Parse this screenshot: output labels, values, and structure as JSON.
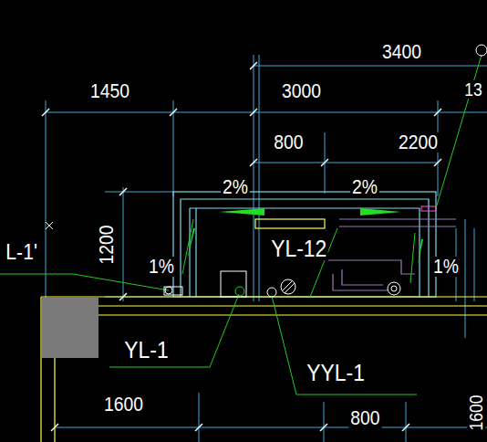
{
  "diagram": {
    "labels": [
      "3400",
      "1450",
      "3000",
      "800",
      "2200",
      "2%",
      "2%",
      "1200",
      "1%",
      "1%",
      "YL-12",
      "YL-1",
      "YYL-1",
      "1600",
      "800",
      "1600",
      "L-1'",
      "13"
    ]
  }
}
